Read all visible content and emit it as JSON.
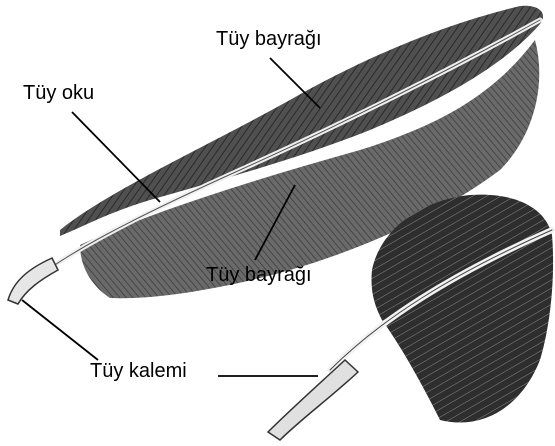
{
  "labels": {
    "vane_top": "Tüy bayrağı",
    "rachis": "Tüy oku",
    "vane_bottom": "Tüy bayrağı",
    "calamus": "Tüy kalemi"
  },
  "colors": {
    "background": "#ffffff",
    "ink": "#000000",
    "feather_dark": "#3a3a3a",
    "feather_mid": "#6b6b6b",
    "shaft": "#e8e8e8"
  }
}
